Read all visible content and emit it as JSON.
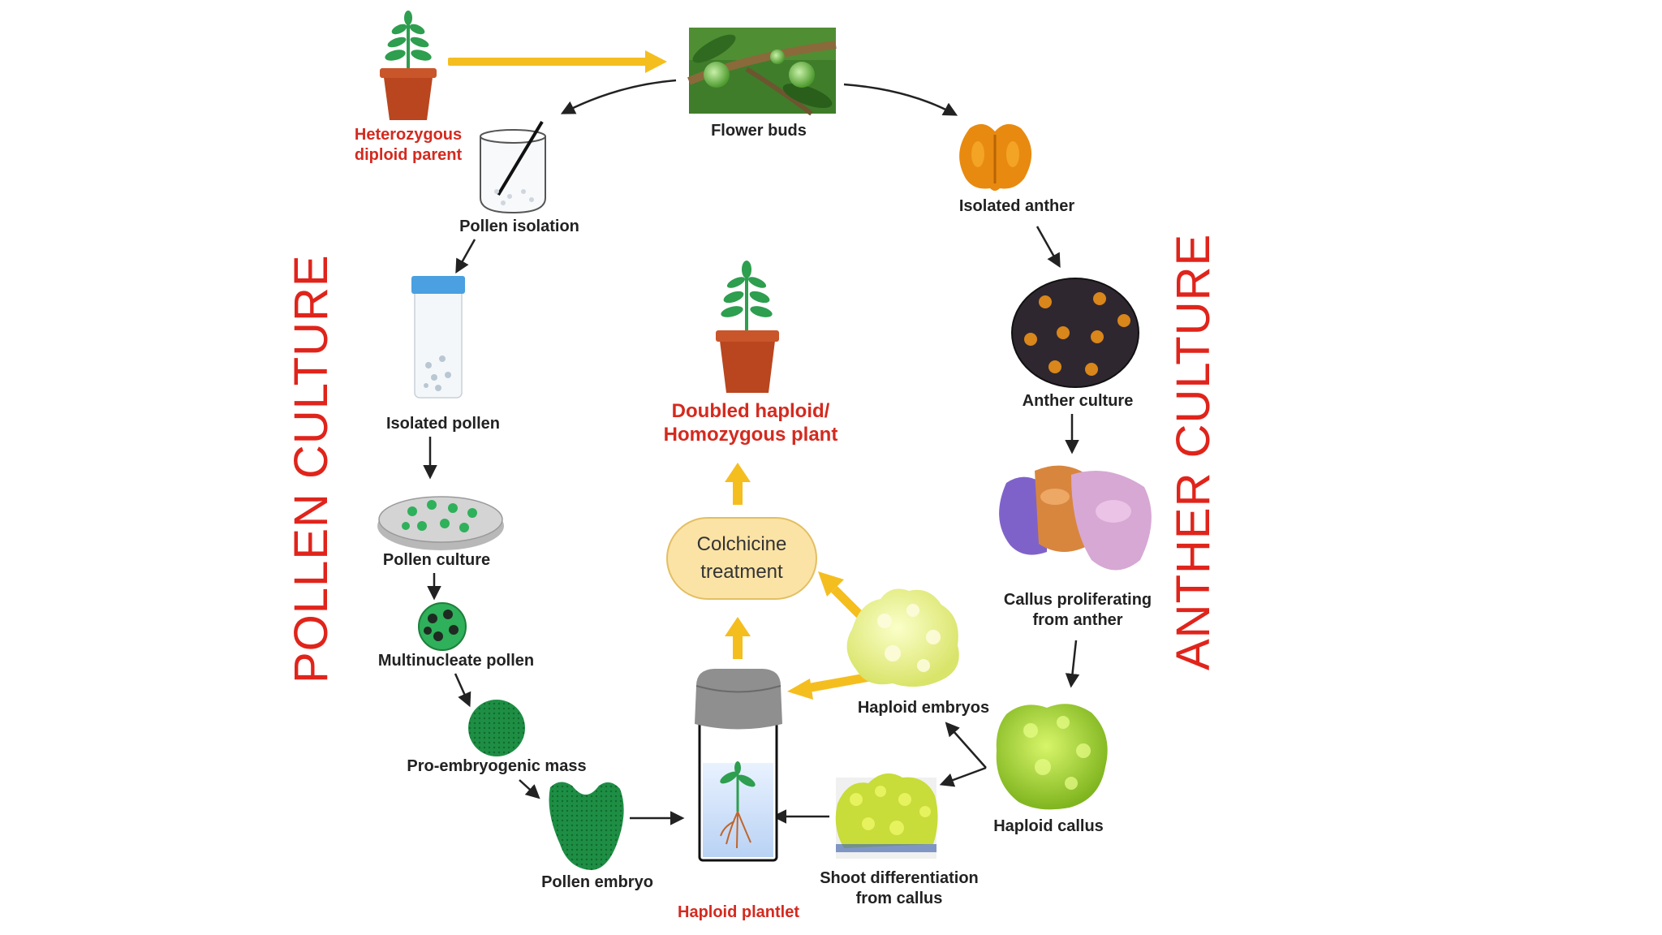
{
  "side_titles": {
    "left": "POLLEN CULTURE",
    "right": "ANTHER CULTURE"
  },
  "labels": {
    "parent_line1": "Heterozygous",
    "parent_line2": "diploid parent",
    "flower_buds": "Flower buds",
    "isolated_anther": "Isolated anther",
    "anther_culture": "Anther culture",
    "callus_line1": "Callus proliferating",
    "callus_line2": "from  anther",
    "haploid_callus": "Haploid callus",
    "haploid_embryos": "Haploid embryos",
    "shoot_line1": "Shoot differentiation",
    "shoot_line2": "from callus",
    "haploid_plantlet": "Haploid plantlet",
    "colchicine_line1": "Colchicine",
    "colchicine_line2": "treatment",
    "doubled_line1": "Doubled haploid/",
    "doubled_line2": "Homozygous plant",
    "pollen_isolation": "Pollen isolation",
    "isolated_pollen": "Isolated pollen",
    "pollen_culture": "Pollen culture",
    "multinucleate_pollen": "Multinucleate pollen",
    "pro_embryogenic_mass": "Pro-embryogenic mass",
    "pollen_embryo": "Pollen embryo"
  },
  "colors": {
    "red_text": "#d42a1f",
    "side_title": "#e0241b",
    "yellow_arrow": "#f5be1f",
    "black_arrow": "#222222",
    "colchicine_fill": "#fbe3a6",
    "plant_green": "#2e9e4f",
    "pot_brown": "#b9461f"
  }
}
